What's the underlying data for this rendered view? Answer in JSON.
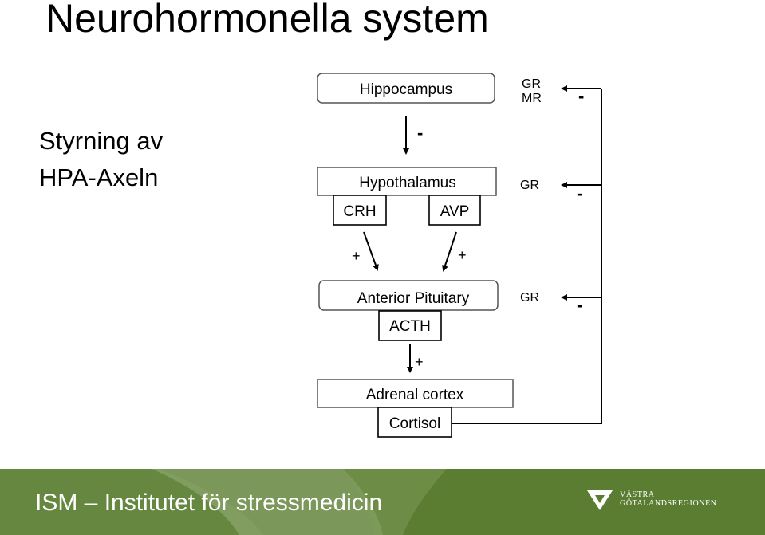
{
  "slide": {
    "title": "Neurohormonella system",
    "subtitle_line1": "Styrning av",
    "subtitle_line2": "HPA-Axeln"
  },
  "diagram": {
    "hippocampus": "Hippocampus",
    "hypothalamus": "Hypothalamus",
    "crh": "CRH",
    "avp": "AVP",
    "anterior_pituitary": "Anterior Pituitary",
    "acth": "ACTH",
    "adrenal_cortex": "Adrenal cortex",
    "cortisol": "Cortisol",
    "receptors_hippocampus_gr": "GR",
    "receptors_hippocampus_mr": "MR",
    "receptor_hypothalamus": "GR",
    "receptor_pituitary": "GR",
    "sign_minus_hippocampus": "-",
    "sign_minus_hypothalamus_path": "-",
    "sign_minus_feedback_top": "-",
    "sign_minus_feedback_mid": "-",
    "sign_minus_feedback_low": "-",
    "sign_plus_crh": "+",
    "sign_plus_avp": "+",
    "sign_plus_acth": "+"
  },
  "footer": {
    "text": "ISM – Institutet för stressmedicin",
    "logo_line1": "VÄSTRA",
    "logo_line2": "GÖTALANDSREGIONEN",
    "logo_icon": "vgr-logo-icon",
    "band_color": "#5a7d32"
  }
}
